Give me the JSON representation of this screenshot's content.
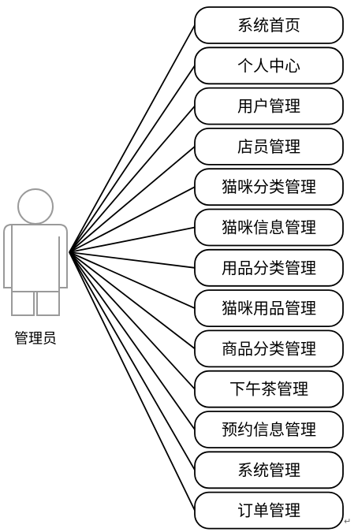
{
  "actor": {
    "label": "管理员",
    "icon": "person-icon"
  },
  "use_cases": [
    {
      "label": "系统首页"
    },
    {
      "label": "个人中心"
    },
    {
      "label": "用户管理"
    },
    {
      "label": "店员管理"
    },
    {
      "label": "猫咪分类管理"
    },
    {
      "label": "猫咪信息管理"
    },
    {
      "label": "用品分类管理"
    },
    {
      "label": "猫咪用品管理"
    },
    {
      "label": "商品分类管理"
    },
    {
      "label": "下午茶管理"
    },
    {
      "label": "预约信息管理"
    },
    {
      "label": "系统管理"
    },
    {
      "label": "订单管理"
    }
  ],
  "trailing_mark": "↵"
}
